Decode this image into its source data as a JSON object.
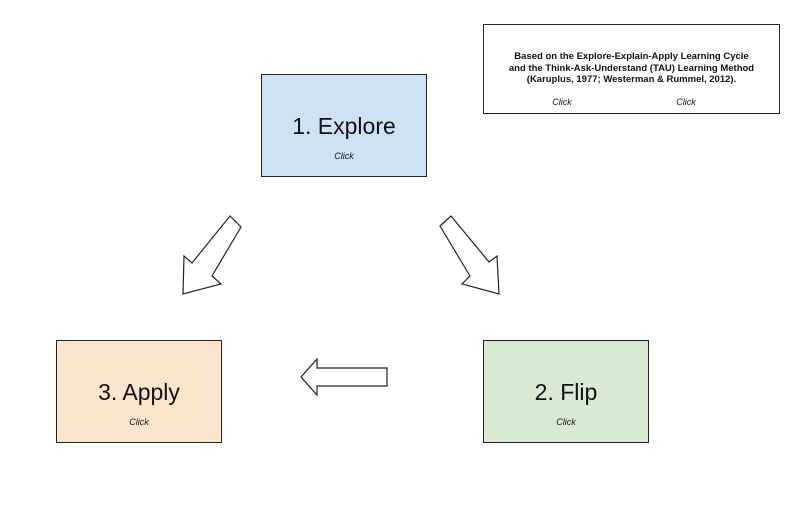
{
  "diagram": {
    "stages": {
      "explore": {
        "title": "1. Explore",
        "link": "Click",
        "fill": "#cfe2f3"
      },
      "flip": {
        "title": "2. Flip",
        "link": "Click",
        "fill": "#d9ead3"
      },
      "apply": {
        "title": "3. Apply",
        "link": "Click",
        "fill": "#fce5cd"
      }
    },
    "info": {
      "lines": [
        "Based on the Explore-Explain-Apply Learning Cycle",
        "and the Think-Ask-Understand (TAU) Learning Method",
        "(Karuplus, 1977; Westerman & Rummel, 2012)."
      ],
      "links": [
        "Click",
        "Click"
      ]
    },
    "arrows": [
      {
        "from": "explore",
        "to": "apply"
      },
      {
        "from": "explore",
        "to": "flip"
      },
      {
        "from": "flip",
        "to": "apply"
      }
    ],
    "colors": {
      "border": "#222222",
      "arrow_fill": "#ffffff",
      "arrow_stroke": "#222222"
    }
  }
}
